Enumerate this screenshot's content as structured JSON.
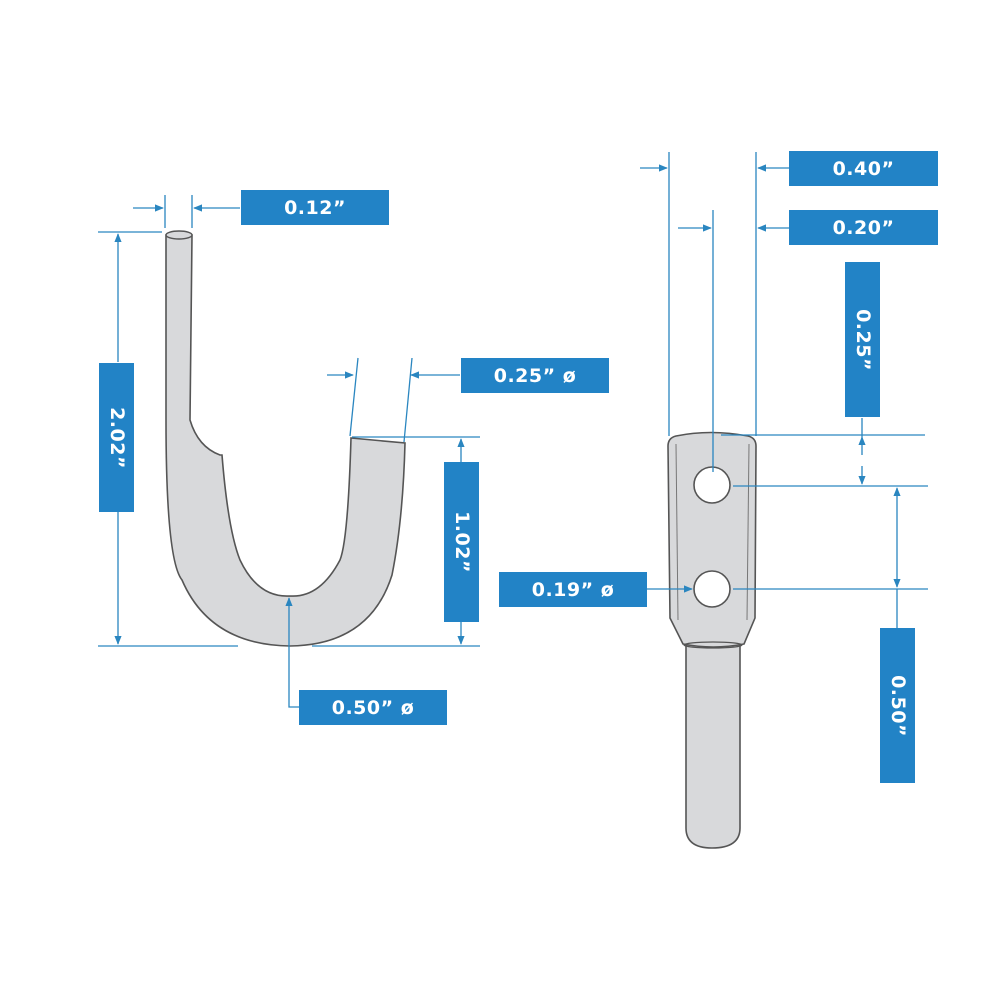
{
  "colors": {
    "label_bg": "#2283c6",
    "dimension_line": "#2a86c0",
    "part_fill": "#d8d9db",
    "part_outline": "#555555"
  },
  "hook_view": {
    "labels": {
      "tip_width": "0.12”",
      "total_height": "2.02”",
      "wire_diameter": "0.25” ø",
      "inner_height": "1.02”",
      "bend_diameter": "0.50” ø"
    }
  },
  "plate_view": {
    "labels": {
      "plate_width": "0.40”",
      "hole_offset": "0.20”",
      "top_to_hole": "0.25”",
      "hole_diameter": "0.19” ø",
      "hole_spacing": "0.50”"
    }
  }
}
